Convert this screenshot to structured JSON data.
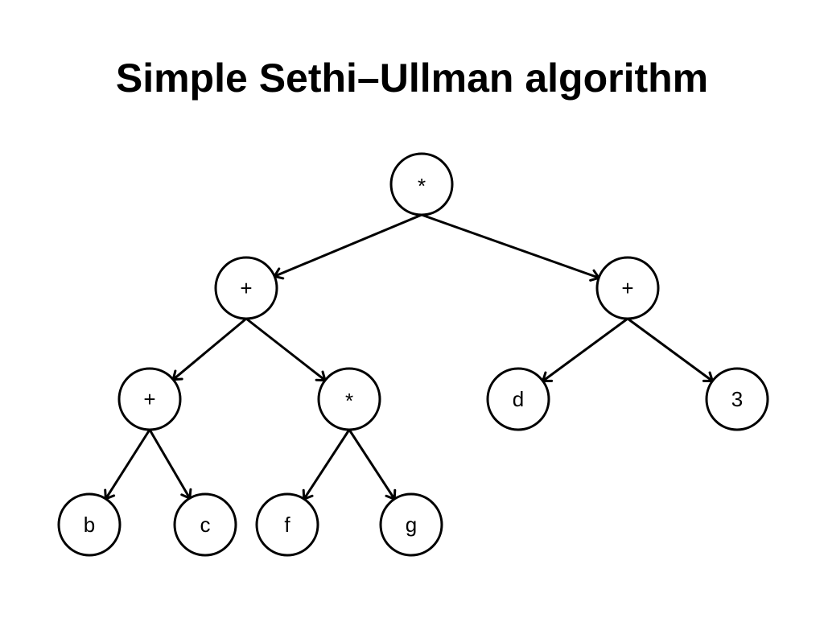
{
  "slide": {
    "title": "Simple Sethi–Ullman algorithm"
  },
  "tree": {
    "nodes": [
      {
        "id": "root",
        "label": "*"
      },
      {
        "id": "l1",
        "label": "+"
      },
      {
        "id": "r1",
        "label": "+"
      },
      {
        "id": "l2a",
        "label": "+"
      },
      {
        "id": "l2b",
        "label": "*"
      },
      {
        "id": "r2a",
        "label": "d"
      },
      {
        "id": "r2b",
        "label": "3"
      },
      {
        "id": "leaf-b",
        "label": "b"
      },
      {
        "id": "leaf-c",
        "label": "c"
      },
      {
        "id": "leaf-f",
        "label": "f"
      },
      {
        "id": "leaf-g",
        "label": "g"
      }
    ],
    "edges": [
      {
        "from": "root",
        "to": "l1"
      },
      {
        "from": "root",
        "to": "r1"
      },
      {
        "from": "l1",
        "to": "l2a"
      },
      {
        "from": "l1",
        "to": "l2b"
      },
      {
        "from": "r1",
        "to": "r2a"
      },
      {
        "from": "r1",
        "to": "r2b"
      },
      {
        "from": "l2a",
        "to": "leaf-b"
      },
      {
        "from": "l2a",
        "to": "leaf-c"
      },
      {
        "from": "l2b",
        "to": "leaf-f"
      },
      {
        "from": "l2b",
        "to": "leaf-g"
      }
    ]
  }
}
